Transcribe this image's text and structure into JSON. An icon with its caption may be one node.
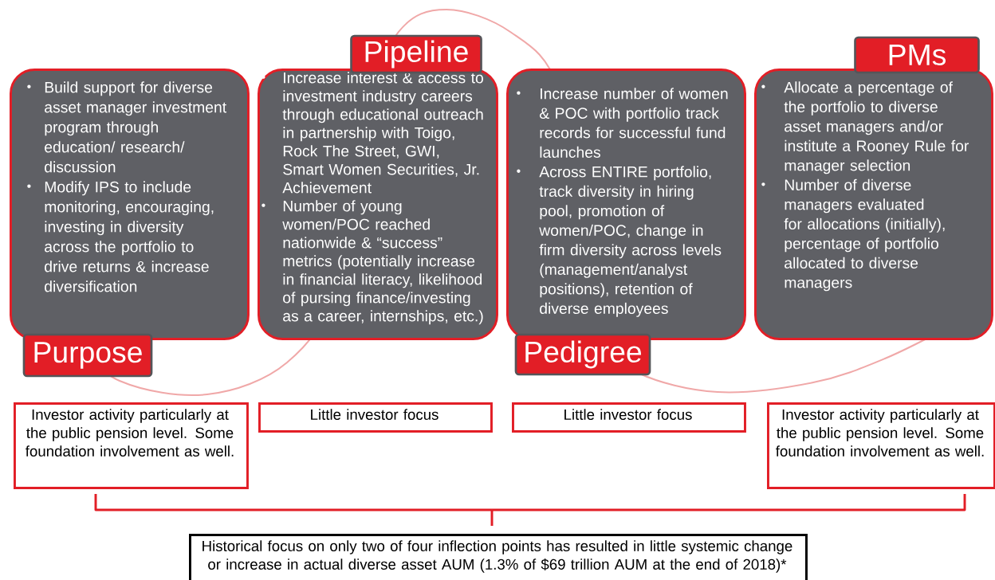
{
  "diagram": {
    "nodes": [
      {
        "text": [
          "Build support for diverse asset manager investment program through education/ research/ discussion",
          "Modify IPS to include monitoring, encouraging, investing in diversity across the portfolio to drive returns & increase diversification",
          "Purpose"
        ]
      },
      {
        "text": [
          "Pipeline",
          "Increase interest & access to investment industry careers through educational outreach in partnership with Toigo, Rock The Street,  GWI, Smart Women Securities, Jr. Achievement",
          "Number of young women/POC reached nationwide & “success” metrics (potentially increase in financial literacy, likelihood of pursing finance/investing as a career, internships, etc.)"
        ]
      },
      {
        "text": [
          "Increase number of women & POC with portfolio track records for successful fund launches",
          "Across ENTIRE portfolio, track diversity in hiring pool, promotion of women/POC, change in firm diversity across levels (management/analyst positions), retention of diverse employees",
          "Pedigree"
        ]
      },
      {
        "text": [
          "PMs",
          "Allocate a percentage of the portfolio to diverse asset managers and/or institute a Rooney Rule for manager selection",
          "Number of diverse managers evaluated for allocations (initially), percentage of portfolio allocated to diverse managers"
        ]
      },
      {
        "text": [
          "Investor activity particularly at the public pension level. Some foundation involvement as well."
        ]
      },
      {
        "text": [
          "Little investor focus"
        ]
      },
      {
        "text": [
          "Little investor focus"
        ]
      },
      {
        "text": [
          "Investor activity particularly at the public pension level. Some foundation involvement as well."
        ]
      },
      {
        "text": [
          "Historical focus on only two of four inflection points has resulted in little systemic change or increase in actual diverse asset AUM (1.3% of $69 trillion AUM at the end of 2018)*"
        ]
      }
    ]
  }
}
